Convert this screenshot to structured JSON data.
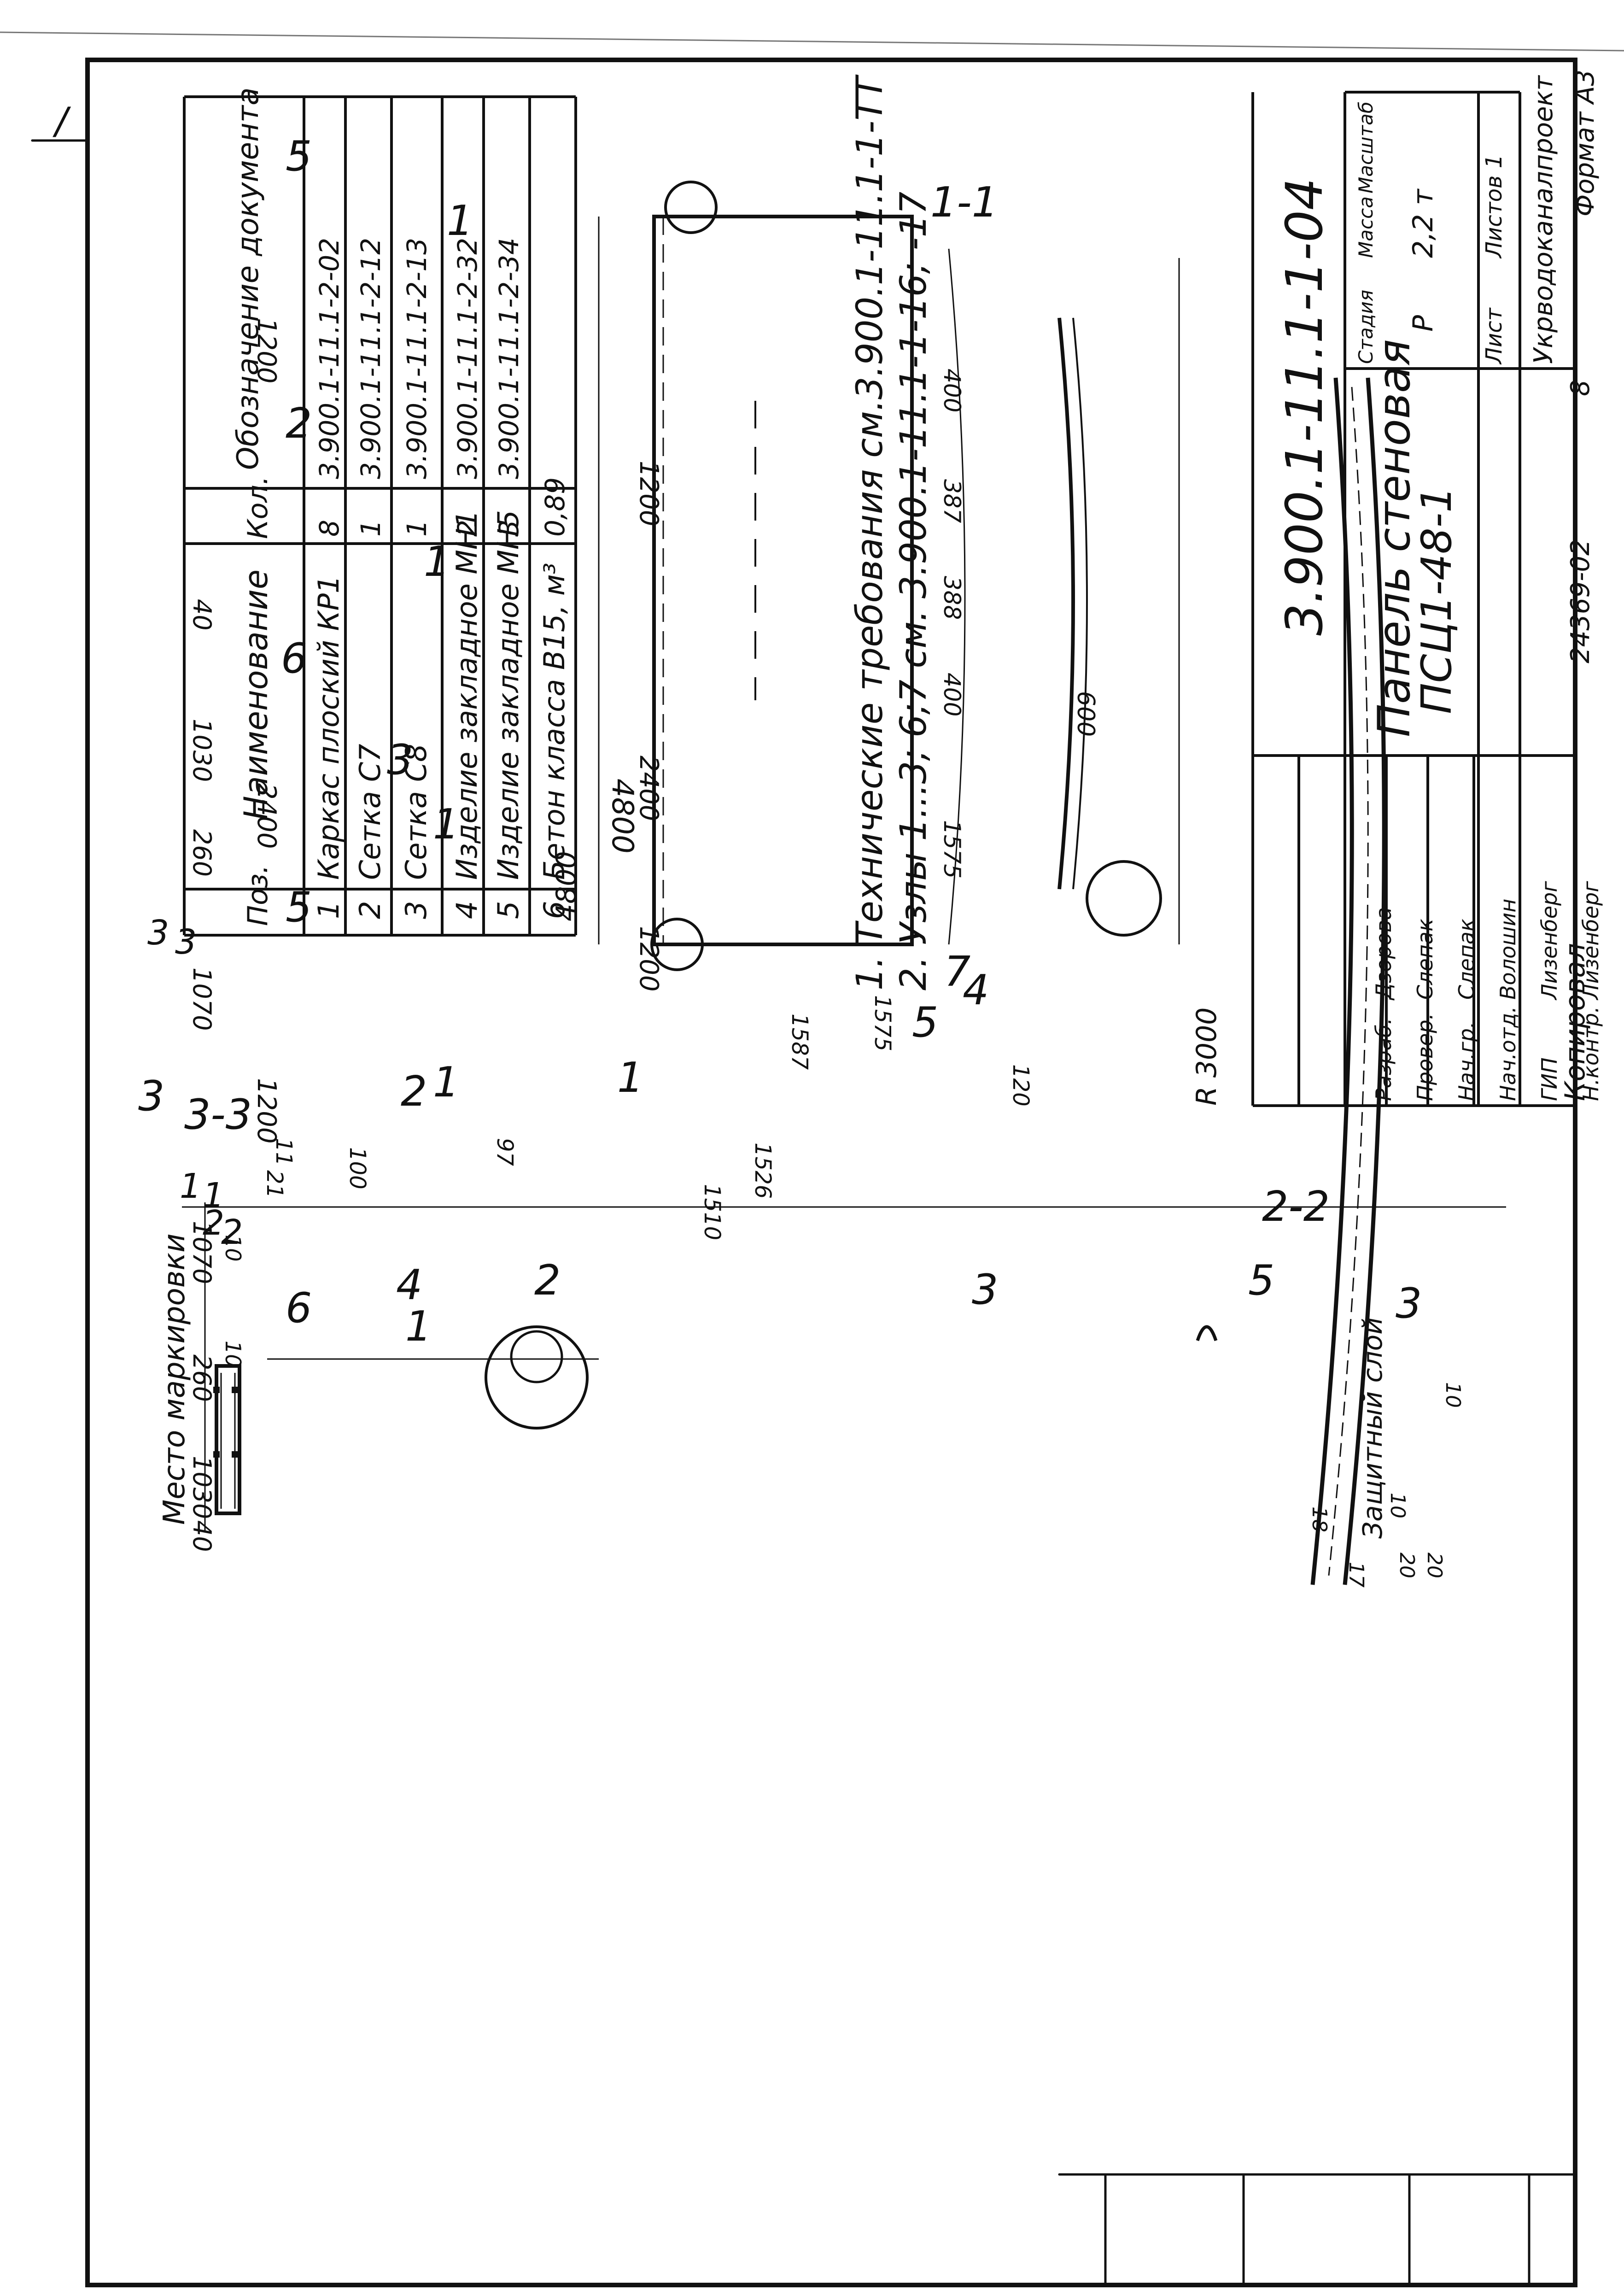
{
  "margin_note": "/",
  "spec_table": {
    "headers": {
      "pos": "Поз.",
      "name": "Наименование",
      "qty": "Кол.",
      "designation": "Обозначение документа"
    },
    "rows": [
      {
        "pos": "1",
        "name": "Каркас плоский КР1",
        "qty": "8",
        "designation": "3.900.1-11.1-2-02"
      },
      {
        "pos": "2",
        "name": "Сетка С7",
        "qty": "1",
        "designation": "3.900.1-11.1-2-12"
      },
      {
        "pos": "3",
        "name": "Сетка С8",
        "qty": "1",
        "designation": "3.900.1-11.1-2-13"
      },
      {
        "pos": "4",
        "name": "Изделие закладное МН1",
        "qty": "2",
        "designation": "3.900.1-11.1-2-32"
      },
      {
        "pos": "5",
        "name": "Изделие закладное МН5",
        "qty": "3",
        "designation": "3.900.1-11.1-2-34"
      },
      {
        "pos": "6",
        "name": "Бетон класса В15, м³",
        "qty": "0,89",
        "designation": ""
      }
    ]
  },
  "notes": {
    "line1": "1. Технические требования см.3.900.1-11.1-1-ТТ",
    "line2": "2. Узлы 1...3; 6;7      см. 3.900.1-11.1-1-16; -17"
  },
  "section_33": {
    "title": "3-3",
    "marking_label": "Место маркировки",
    "dim_overall": "4800",
    "dims_top": [
      "1200",
      "2400",
      "1200"
    ],
    "dims_bottom": [
      "40",
      "1030",
      "260",
      "1070",
      "1070",
      "260",
      "1030",
      "40"
    ],
    "dims_end": [
      "10",
      "10"
    ],
    "callouts": [
      "6",
      "5",
      "6",
      "2",
      "5",
      "1",
      "1",
      "1",
      "3",
      "1",
      "1"
    ]
  },
  "plan": {
    "dim_overall": "4800",
    "dims": [
      "1200",
      "2400",
      "1200"
    ],
    "side_dims": [
      "400",
      "387",
      "388",
      "400",
      "1575"
    ],
    "bottom_dim": "600",
    "section_marks": [
      "3",
      "3",
      "1",
      "1",
      "2",
      "2"
    ],
    "callouts": [
      "2",
      "1",
      "3"
    ]
  },
  "section_11": {
    "title": "1-1",
    "dims": [
      "1575",
      "1587",
      "1526",
      "1510",
      "97",
      "100",
      "11",
      "21",
      "120"
    ],
    "radius": "R 3000",
    "callouts": [
      "4",
      "4",
      "5",
      "7",
      "3"
    ]
  },
  "section_22": {
    "title": "2-2",
    "dims": [
      "18",
      "20",
      "20",
      "10",
      "17",
      "10"
    ],
    "protective_layer": "Защитный слой",
    "callouts": [
      "5",
      "2",
      "3"
    ]
  },
  "title_block": {
    "designation": "3.900.1-11.1-1-04",
    "title_line1": "Панель стеновая",
    "title_line2": "ПСЦ1-48-1",
    "headers": {
      "stage": "Стадия",
      "mass": "Масса",
      "scale": "Масштаб"
    },
    "stage": "Р",
    "mass": "2,2 т",
    "sheet": "Лист",
    "sheets": "Листов 1",
    "organization": "Укрводоканалпроект",
    "roles": [
      {
        "role": "Разраб.",
        "name": "Дзорова"
      },
      {
        "role": "Провер.",
        "name": "Слепак"
      },
      {
        "role": "Нач.гр.",
        "name": "Слепак"
      },
      {
        "role": "Нач.отд.",
        "name": "Волошин"
      },
      {
        "role": "ГИП",
        "name": "Лизенберг"
      },
      {
        "role": "Н.контр.",
        "name": "Лизенберг"
      }
    ],
    "copied_by": "Копировал",
    "archive_no": "24369-02",
    "archive_sheet": "8",
    "format": "Формат А3"
  }
}
